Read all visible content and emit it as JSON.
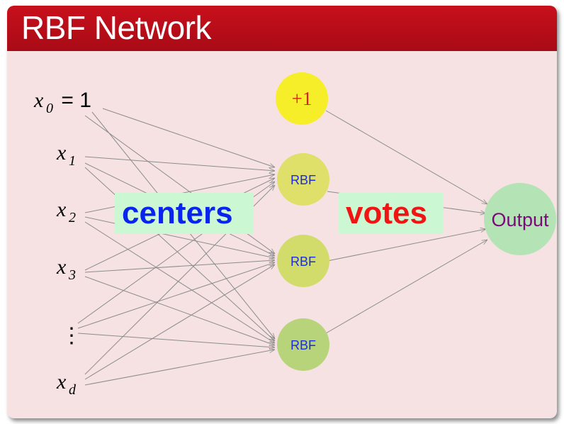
{
  "title": "RBF Network",
  "inputs": [
    {
      "var": "x",
      "sub": "0",
      "suffix": " = 1"
    },
    {
      "var": "x",
      "sub": "1",
      "suffix": ""
    },
    {
      "var": "x",
      "sub": "2",
      "suffix": ""
    },
    {
      "var": "x",
      "sub": "3",
      "suffix": ""
    },
    {
      "var": "⋮",
      "sub": "",
      "suffix": ""
    },
    {
      "var": "x",
      "sub": "d",
      "suffix": ""
    }
  ],
  "bias_node": {
    "label": "+1",
    "color": "#f7ee2a",
    "text_color": "#e01b1b"
  },
  "rbf_nodes": [
    {
      "label": "RBF",
      "color": "#dfe06a"
    },
    {
      "label": "RBF",
      "color": "#d2dc6a"
    },
    {
      "label": "RBF",
      "color": "#b8d47a"
    }
  ],
  "rbf_text_color": "#1b2ce0",
  "output_node": {
    "label": "Output",
    "color": "#b4e3b6",
    "text_color": "#7a0a7a"
  },
  "callouts": {
    "centers": {
      "text": "centers",
      "color": "#0a24f0"
    },
    "votes": {
      "text": "votes",
      "color": "#f01414"
    }
  },
  "colors": {
    "title_bg": "#b80d18",
    "slide_bg": "#f6e2e3",
    "edge": "#8c8c8c",
    "callout_bg": "#ccf7d3"
  }
}
